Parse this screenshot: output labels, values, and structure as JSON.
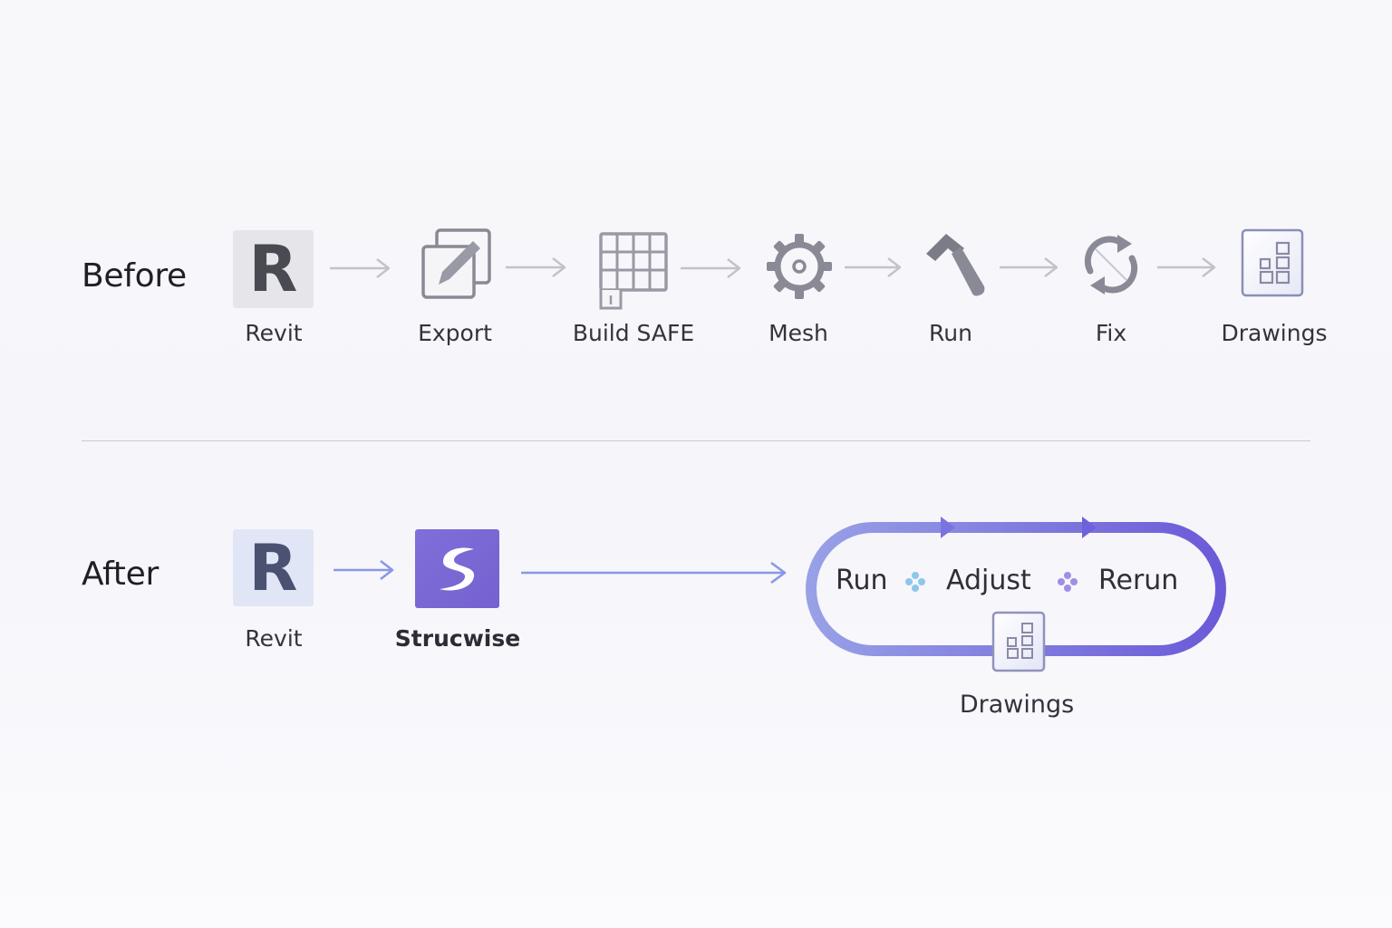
{
  "before": {
    "title": "Before",
    "steps": [
      {
        "label": "Revit",
        "icon": "revit-logo",
        "letter": "R"
      },
      {
        "label": "Export",
        "icon": "export-icon"
      },
      {
        "label": "Build SAFE",
        "icon": "grid-icon"
      },
      {
        "label": "Mesh",
        "icon": "gear-icon"
      },
      {
        "label": "Run",
        "icon": "hammer-icon"
      },
      {
        "label": "Fix",
        "icon": "refresh-icon"
      },
      {
        "label": "Drawings",
        "icon": "drawings-icon"
      }
    ]
  },
  "after": {
    "title": "After",
    "steps": [
      {
        "label": "Revit",
        "icon": "revit-logo",
        "letter": "R"
      },
      {
        "label": "Strucwise",
        "icon": "strucwise-logo"
      }
    ],
    "loop": {
      "items": [
        "Run",
        "Adjust",
        "Rerun"
      ],
      "output_label": "Drawings"
    }
  },
  "colors": {
    "accent": "#7b6fd6",
    "accent_light": "#8a97e6",
    "gray_icon": "#8a8a96",
    "revit_before_bg": "#e6e6ea",
    "revit_after_bg": "#e1e6f6",
    "strucwise_bg": "#7a68d4"
  }
}
